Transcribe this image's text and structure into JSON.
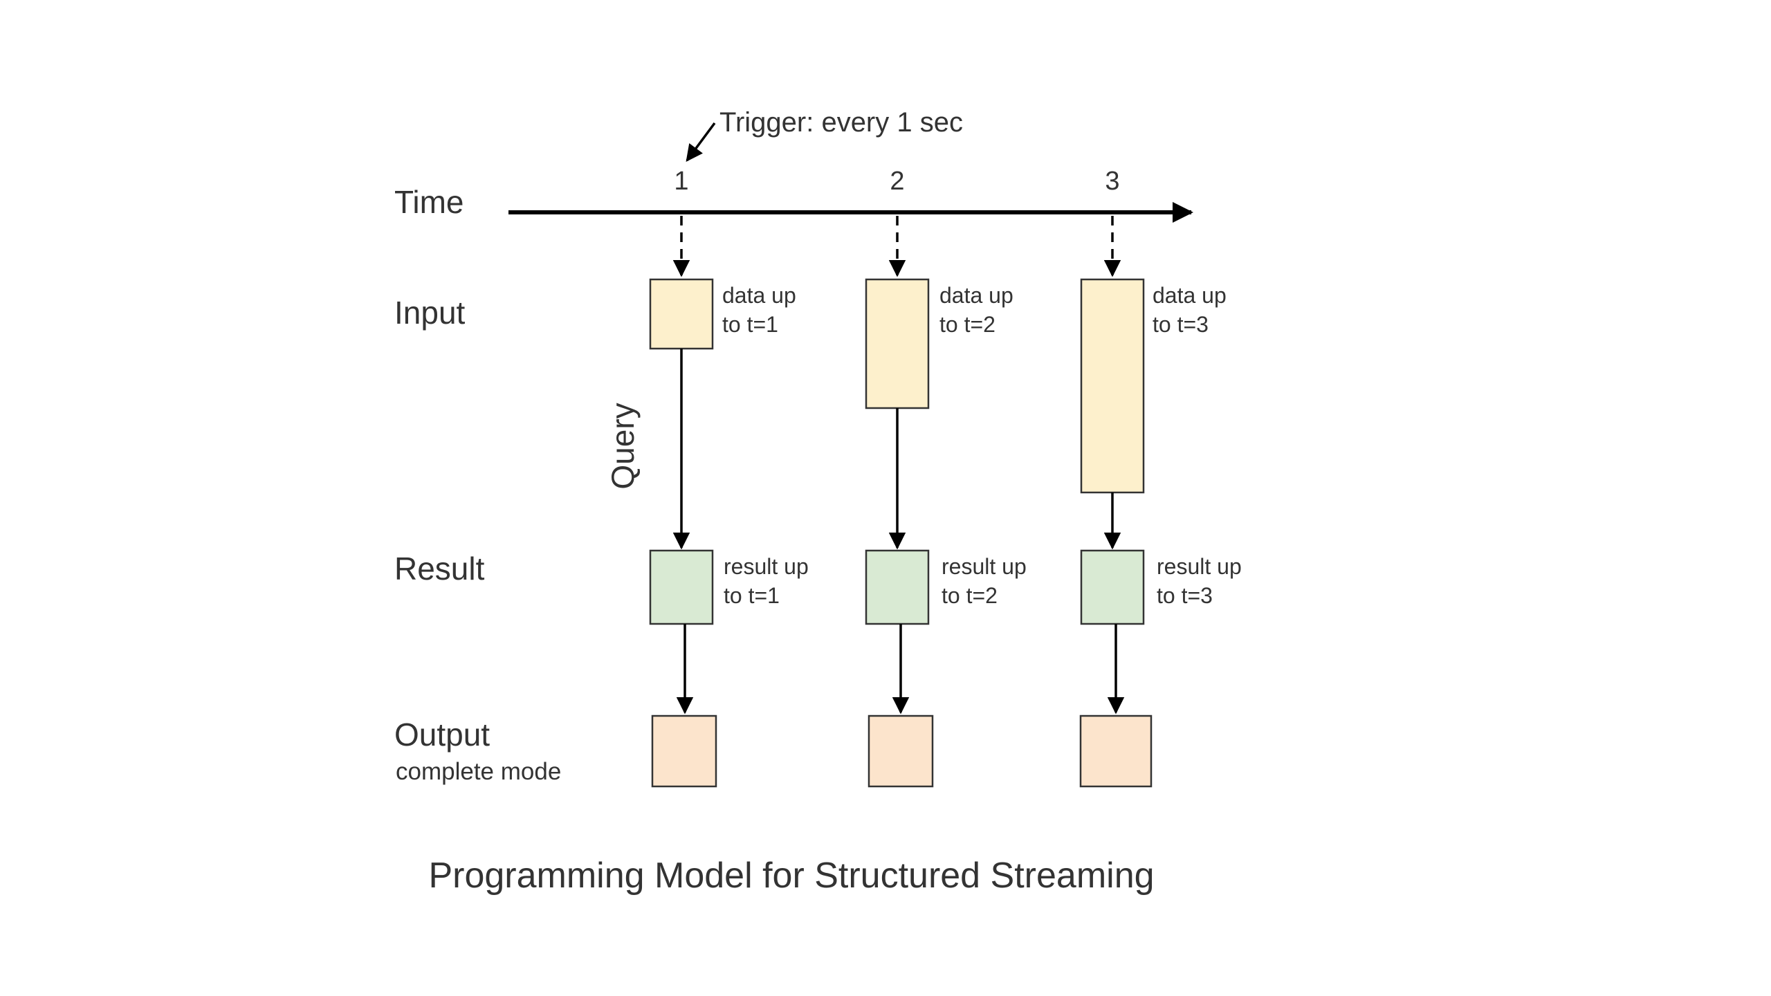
{
  "trigger_label": "Trigger: every 1 sec",
  "row_labels": {
    "time": "Time",
    "input": "Input",
    "result": "Result",
    "output": "Output",
    "output_sub": "complete mode"
  },
  "query_label": "Query",
  "ticks": [
    "1",
    "2",
    "3"
  ],
  "input_notes": [
    [
      "data up",
      "to t=1"
    ],
    [
      "data up",
      "to t=2"
    ],
    [
      "data up",
      "to t=3"
    ]
  ],
  "result_notes": [
    [
      "result up",
      "to t=1"
    ],
    [
      "result up",
      "to t=2"
    ],
    [
      "result up",
      "to t=3"
    ]
  ],
  "caption": "Programming Model for Structured Streaming",
  "colors": {
    "input": "#fdf0cc",
    "result": "#d9ead3",
    "output": "#fce4cc",
    "stroke": "#333333",
    "line": "#000000"
  }
}
